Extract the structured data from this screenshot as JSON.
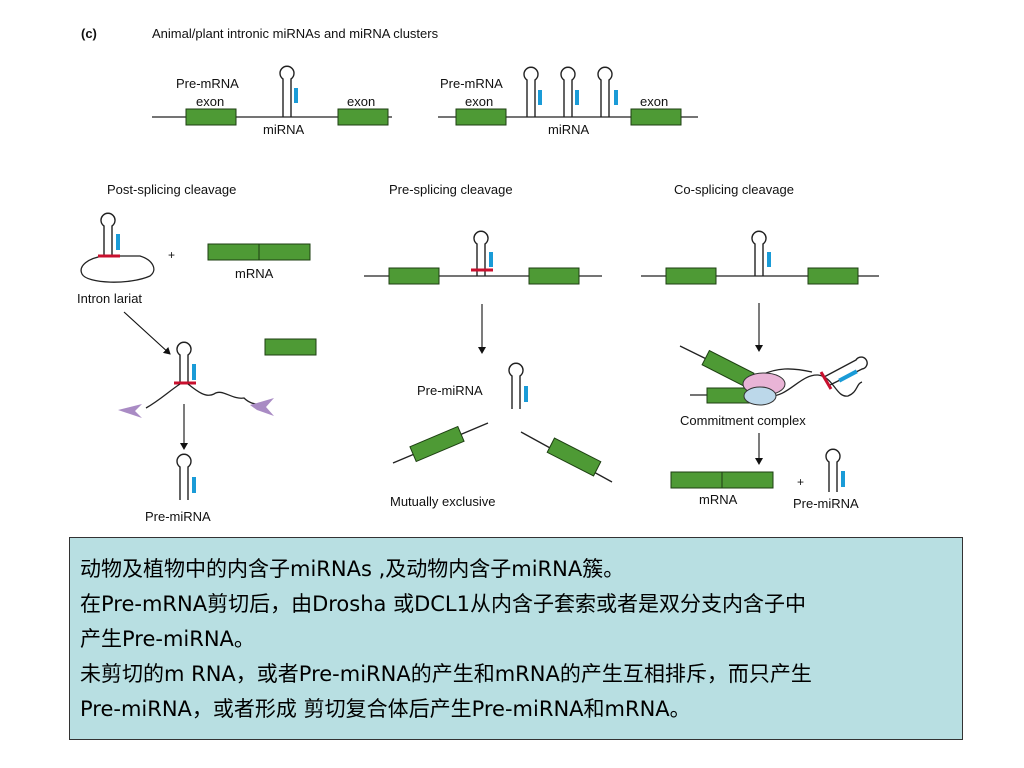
{
  "panel": {
    "letter": "(c)",
    "title": "Animal/plant intronic miRNAs and miRNA clusters"
  },
  "top_left": {
    "pre_mrna": "Pre-mRNA",
    "exon_left": "exon",
    "exon_right": "exon",
    "mirna": "miRNA"
  },
  "top_right": {
    "pre_mrna": "Pre-mRNA",
    "exon_left": "exon",
    "exon_right": "exon",
    "mirna": "miRNA"
  },
  "post_splicing": {
    "title": "Post-splicing cleavage",
    "plus": "+",
    "mrna": "mRNA",
    "lariat": "Intron lariat",
    "pre_mirna": "Pre-miRNA"
  },
  "pre_splicing": {
    "title": "Pre-splicing cleavage",
    "pre_mirna": "Pre-miRNA",
    "mutually_exclusive": "Mutually exclusive"
  },
  "co_splicing": {
    "title": "Co-splicing cleavage",
    "commitment": "Commitment complex",
    "mrna": "mRNA",
    "plus": "+",
    "pre_mirna": "Pre-miRNA"
  },
  "caption": {
    "line1": "动物及植物中的内含子miRNAs ,及动物内含子miRNA簇。",
    "line2": "在Pre-mRNA剪切后，由Drosha 或DCL1从内含子套索或者是双分支内含子中",
    "line3": "产生Pre-miRNA。",
    "line4": "未剪切的m RNA，或者Pre-miRNA的产生和mRNA的产生互相排斥，而只产生",
    "line5": "Pre-miRNA，或者形成 剪切复合体后产生Pre-miRNA和mRNA。"
  },
  "colors": {
    "exon": "#4e9a35",
    "mirna_strand": "#1a9bd7",
    "cleavage": "#c8102e",
    "enzyme": "#a98bc4",
    "complex_pink": "#e9b4d6",
    "complex_blue": "#bcd8ea",
    "caption_bg": "#b8dfe2"
  }
}
